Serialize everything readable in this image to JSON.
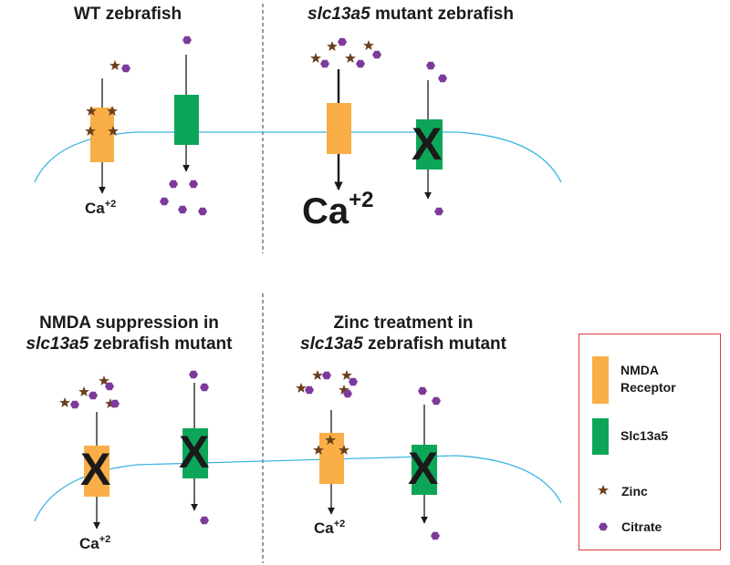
{
  "panels": {
    "wt": {
      "title": "WT zebrafish",
      "calcium": {
        "base": "Ca",
        "charge": "+2"
      }
    },
    "mutant": {
      "title_gene": "slc13a5",
      "title_rest": " mutant zebrafish",
      "calcium": {
        "base": "Ca",
        "charge": "+2"
      }
    },
    "nmda_suppression": {
      "title_line1": "NMDA suppression in",
      "title_gene": "slc13a5",
      "title_rest": " zebrafish mutant",
      "calcium": {
        "base": "Ca",
        "charge": "+2"
      }
    },
    "zinc_treatment": {
      "title_line1": "Zinc treatment in",
      "title_gene": "slc13a5",
      "title_rest": " zebrafish mutant",
      "calcium": {
        "base": "Ca",
        "charge": "+2"
      }
    }
  },
  "blocked_symbol": "X",
  "legend": {
    "nmda_line1": "NMDA",
    "nmda_line2": "Receptor",
    "slc": "Slc13a5",
    "zinc": "Zinc",
    "citrate": "Citrate"
  },
  "colors": {
    "nmda_receptor": "#F9AE47",
    "slc13a5": "#0DA659",
    "zinc": "#6B3F1C",
    "citrate": "#7D3A9B",
    "membrane": "#3DB4E0",
    "legend_border": "#E23A3A"
  }
}
